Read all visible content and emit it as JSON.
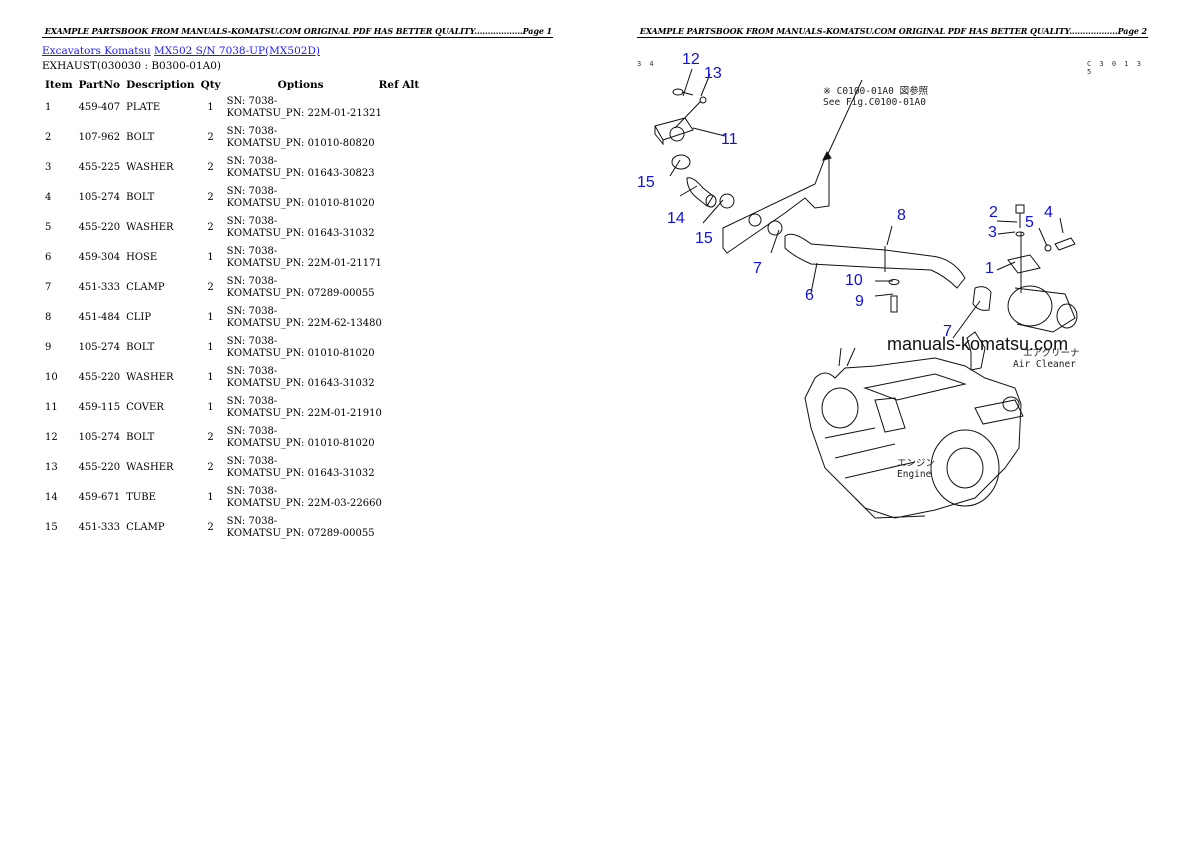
{
  "pages": [
    {
      "running_header": "EXAMPLE PARTSBOOK FROM MANUALS-KOMATSU.COM ORIGINAL PDF HAS BETTER QUALITY..................Page 1"
    },
    {
      "running_header": "EXAMPLE PARTSBOOK FROM MANUALS-KOMATSU.COM ORIGINAL PDF HAS BETTER QUALITY..................Page 2"
    }
  ],
  "breadcrumb": {
    "category_link": "Excavators Komatsu",
    "model_link": "MX502 S/N 7038-UP(MX502D)"
  },
  "section_title": "EXHAUST(030030 : B0300-01A0)",
  "table": {
    "headers": {
      "item": "Item",
      "partno": "PartNo",
      "description": "Description",
      "qty": "Qty",
      "options": "Options",
      "ref": "Ref",
      "alt": "Alt"
    },
    "rows": [
      {
        "item": "1",
        "partno": "459-407",
        "description": "PLATE",
        "qty": "1",
        "sn": "SN: 7038-",
        "komatsu_pn": "KOMATSU_PN: 22M-01-21321"
      },
      {
        "item": "2",
        "partno": "107-962",
        "description": "BOLT",
        "qty": "2",
        "sn": "SN: 7038-",
        "komatsu_pn": "KOMATSU_PN: 01010-80820"
      },
      {
        "item": "3",
        "partno": "455-225",
        "description": "WASHER",
        "qty": "2",
        "sn": "SN: 7038-",
        "komatsu_pn": "KOMATSU_PN: 01643-30823"
      },
      {
        "item": "4",
        "partno": "105-274",
        "description": "BOLT",
        "qty": "2",
        "sn": "SN: 7038-",
        "komatsu_pn": "KOMATSU_PN: 01010-81020"
      },
      {
        "item": "5",
        "partno": "455-220",
        "description": "WASHER",
        "qty": "2",
        "sn": "SN: 7038-",
        "komatsu_pn": "KOMATSU_PN: 01643-31032"
      },
      {
        "item": "6",
        "partno": "459-304",
        "description": "HOSE",
        "qty": "1",
        "sn": "SN: 7038-",
        "komatsu_pn": "KOMATSU_PN: 22M-01-21171"
      },
      {
        "item": "7",
        "partno": "451-333",
        "description": "CLAMP",
        "qty": "2",
        "sn": "SN: 7038-",
        "komatsu_pn": "KOMATSU_PN: 07289-00055"
      },
      {
        "item": "8",
        "partno": "451-484",
        "description": "CLIP",
        "qty": "1",
        "sn": "SN: 7038-",
        "komatsu_pn": "KOMATSU_PN: 22M-62-13480"
      },
      {
        "item": "9",
        "partno": "105-274",
        "description": "BOLT",
        "qty": "1",
        "sn": "SN: 7038-",
        "komatsu_pn": "KOMATSU_PN: 01010-81020"
      },
      {
        "item": "10",
        "partno": "455-220",
        "description": "WASHER",
        "qty": "1",
        "sn": "SN: 7038-",
        "komatsu_pn": "KOMATSU_PN: 01643-31032"
      },
      {
        "item": "11",
        "partno": "459-115",
        "description": "COVER",
        "qty": "1",
        "sn": "SN: 7038-",
        "komatsu_pn": "KOMATSU_PN: 22M-01-21910"
      },
      {
        "item": "12",
        "partno": "105-274",
        "description": "BOLT",
        "qty": "2",
        "sn": "SN: 7038-",
        "komatsu_pn": "KOMATSU_PN: 01010-81020"
      },
      {
        "item": "13",
        "partno": "455-220",
        "description": "WASHER",
        "qty": "2",
        "sn": "SN: 7038-",
        "komatsu_pn": "KOMATSU_PN: 01643-31032"
      },
      {
        "item": "14",
        "partno": "459-671",
        "description": "TUBE",
        "qty": "1",
        "sn": "SN: 7038-",
        "komatsu_pn": "KOMATSU_PN: 22M-03-22660"
      },
      {
        "item": "15",
        "partno": "451-333",
        "description": "CLAMP",
        "qty": "2",
        "sn": "SN: 7038-",
        "komatsu_pn": "KOMATSU_PN: 07289-00055"
      }
    ]
  },
  "diagram": {
    "corner_left": "3 4",
    "corner_right": "C 3 0 1 3 5",
    "see_fig_jp": "※ C0100-01A0 図参照",
    "see_fig_en": "See Fig.C0100-01A0",
    "air_cleaner_jp": "エアクリーナ",
    "air_cleaner_en": "Air Cleaner",
    "engine_jp": "エンジン",
    "engine_en": "Engine",
    "watermark": "manuals-komatsu.com",
    "callouts": {
      "c12": "12",
      "c13": "13",
      "c11": "11",
      "c15a": "15",
      "c14": "14",
      "c15b": "15",
      "c7a": "7",
      "c6": "6",
      "c8": "8",
      "c10": "10",
      "c9": "9",
      "c7b": "7",
      "c2": "2",
      "c5": "5",
      "c4": "4",
      "c3": "3",
      "c1": "1"
    },
    "callout_color": "#1010e0"
  }
}
